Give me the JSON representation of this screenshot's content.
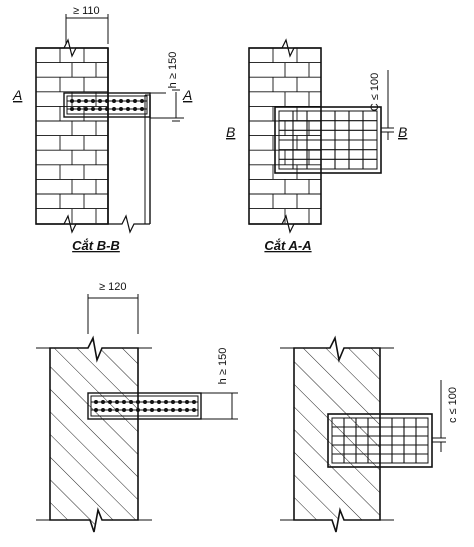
{
  "diagram": {
    "top_left": {
      "dim_top": "≥ 110",
      "dim_right": "h ≥ 150",
      "section_left": "A",
      "section_right": "A",
      "caption": "Cắt B-B"
    },
    "top_right": {
      "dim_right": "C ≤ 100",
      "section_left": "B",
      "section_right": "B",
      "caption": "Cắt A-A"
    },
    "bottom_left": {
      "dim_top": "≥ 120",
      "dim_right": "h ≥ 150"
    },
    "bottom_right": {
      "dim_right": "c ≤ 100"
    }
  }
}
